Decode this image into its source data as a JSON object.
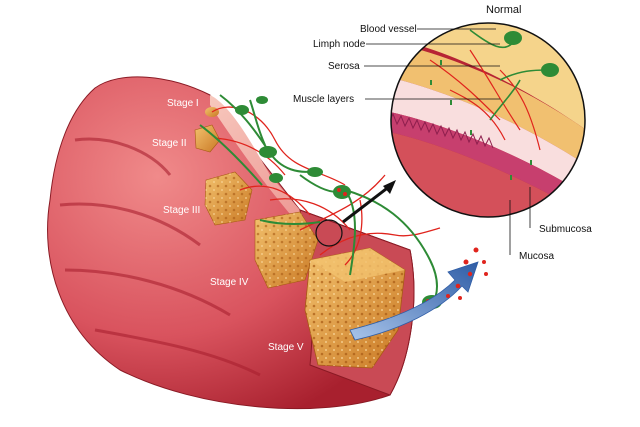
{
  "labels": {
    "normal": "Normal",
    "blood_vessel": "Blood vessel",
    "limph_node": "Limph node",
    "serosa": "Serosa",
    "muscle_layers": "Muscle layers",
    "submucosa": "Submucosa",
    "mucosa": "Mucosa"
  },
  "stages": [
    "Stage I",
    "Stage II",
    "Stage III",
    "Stage IV",
    "Stage V"
  ],
  "colors": {
    "colon_outer": "#d9535e",
    "colon_dark": "#a8202e",
    "colon_light": "#f3b3a8",
    "tumor": "#e39b3b",
    "tumor_dark": "#b7651c",
    "vessel_red": "#e0241d",
    "lymph_green": "#2e8b36",
    "arrow_blue": "#4c7fc0",
    "serosa_yellow": "#f5d48b",
    "mucosa_pink": "#c73f6e"
  },
  "icons": {
    "zoom_arrow": "arrow-icon",
    "metastasis_arrow": "metastasis-arrow-icon"
  }
}
